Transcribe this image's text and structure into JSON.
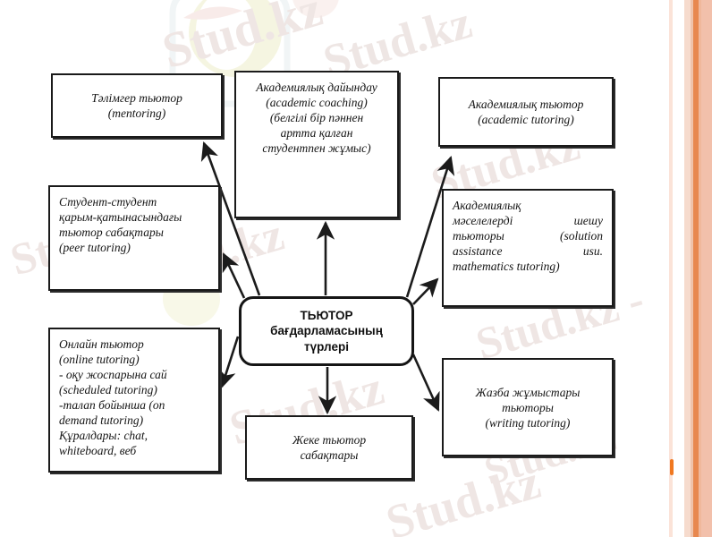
{
  "diagram": {
    "center": {
      "line1": "ТЬЮТОР",
      "line2": "бағдарламасының",
      "line3": "түрлері"
    },
    "nodes": [
      {
        "id": "mentoring",
        "lines": [
          "Тәлімгер тьютор",
          "(mentoring)"
        ]
      },
      {
        "id": "academic-coaching",
        "lines": [
          "Академиялық дайындау",
          "(academic coaching)",
          "(белгілі бір пәннен",
          "артта қалған",
          "студентпен жұмыс)"
        ]
      },
      {
        "id": "academic-tutoring",
        "lines": [
          "Академиялық тьютор",
          "(academic tutoring)"
        ]
      },
      {
        "id": "peer-tutoring",
        "lines": [
          "Студент-студент",
          "қарым-қатынасындағы",
          "тьютор сабақтары",
          "(peer tutoring)"
        ]
      },
      {
        "id": "solution-assistance",
        "lines": [
          "Академиялық",
          "мәселелерді шешу",
          "тьюторы (solution",
          "assistance usu.",
          "mathematics tutoring)"
        ]
      },
      {
        "id": "online-tutoring",
        "lines": [
          "Онлайн тьютор",
          "(online tutoring)",
          "- оқу жоспарына сай",
          "(scheduled tutoring)",
          "-талап бойынша (on",
          "demand tutoring)",
          "Құралдары: chat,",
          "whiteboard, веб"
        ]
      },
      {
        "id": "writing-tutoring",
        "lines": [
          "Жазба жұмыстары",
          "тьюторы",
          "(writing tutoring)"
        ]
      },
      {
        "id": "individual-tutoring",
        "lines": [
          "Жеке тьютор",
          "сабақтары"
        ]
      }
    ],
    "watermarks": {
      "brand": "Stud.kz",
      "brand_dash": "Stud.kz -"
    },
    "colors": {
      "box_border": "#1a1a1a",
      "arrow": "#1b1b1b",
      "edge_accent": "#e8884f",
      "edge_dot": "#f07820",
      "watermark": "#efe6e4"
    }
  }
}
